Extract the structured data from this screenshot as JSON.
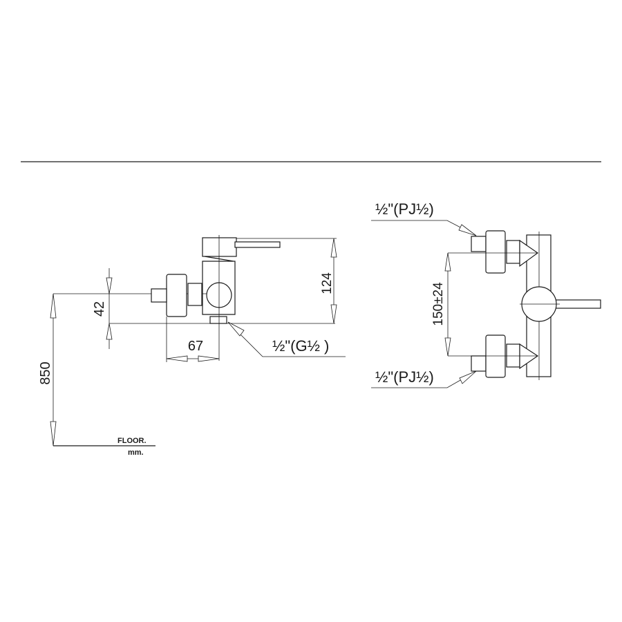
{
  "side_view": {
    "dim_height_floor": "850",
    "dim_offset": "42",
    "dim_body_height": "124",
    "dim_depth": "67",
    "outlet_label": "½\"(G½ )",
    "floor_label": "FLOOR.",
    "units_label": "mm."
  },
  "front_view": {
    "inlet_top_label": "½\"(PJ½)",
    "inlet_bottom_label": "½\"(PJ½)",
    "dim_centers": "150±24"
  }
}
